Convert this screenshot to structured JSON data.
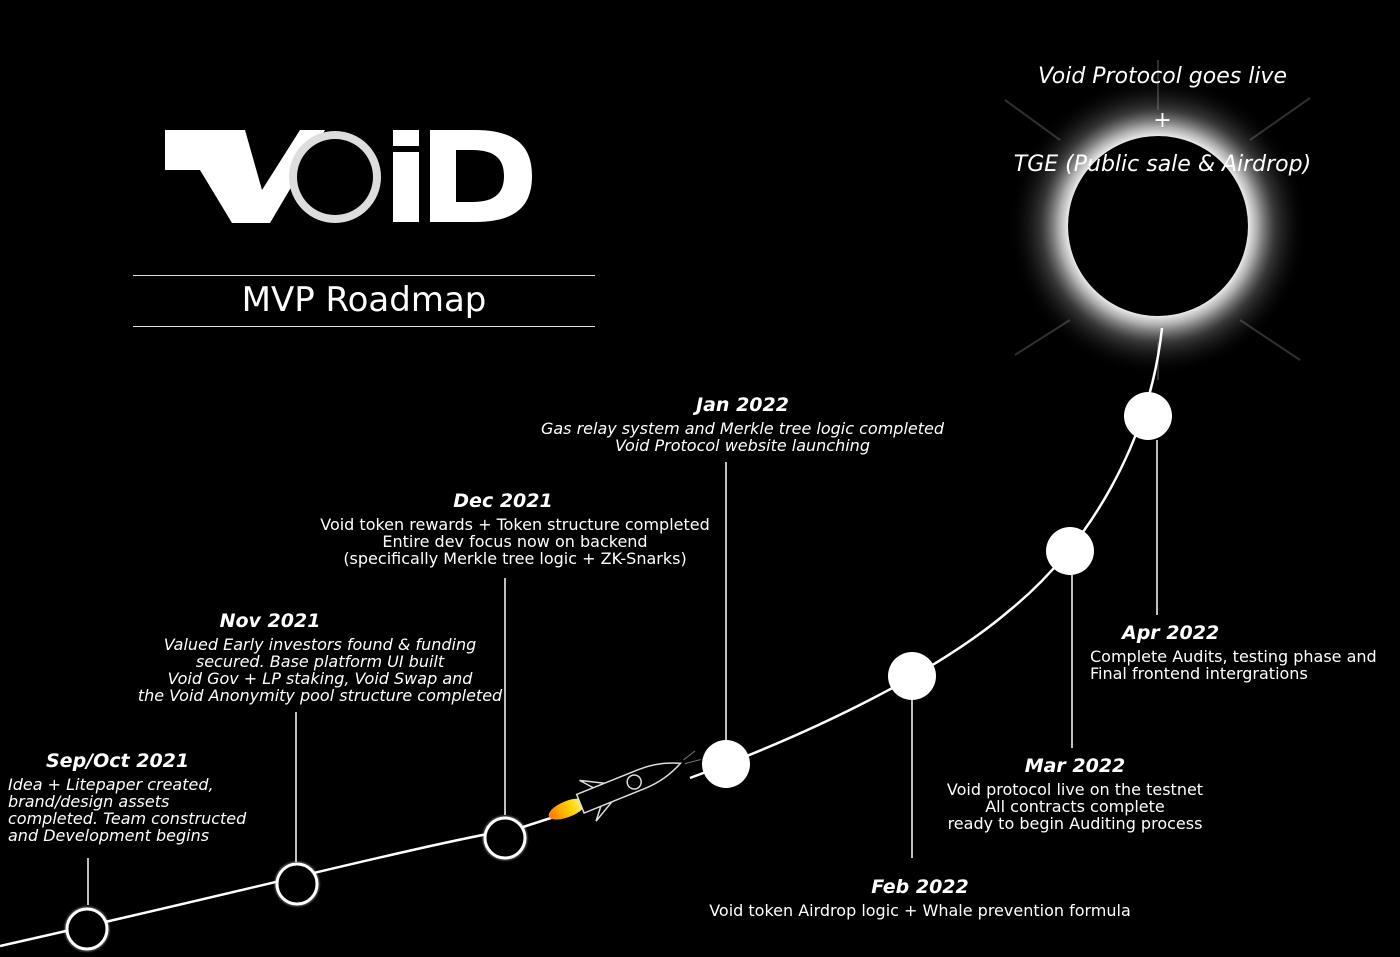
{
  "brand": {
    "logo_text": "VOID"
  },
  "subtitle": "MVP Roadmap",
  "goal": {
    "line1": "Void Protocol goes live",
    "line2": "+",
    "line3": "TGE (Public sale & Airdrop)"
  },
  "milestones": [
    {
      "id": "sep2021",
      "title": "Sep/Oct 2021",
      "body": "Idea + Litepaper created,\nbrand/design assets\ncompleted. Team constructed\nand Development begins"
    },
    {
      "id": "nov2021",
      "title": "Nov 2021",
      "body": "Valued Early investors found & funding\nsecured. Base platform UI built\nVoid Gov + LP staking, Void Swap and\nthe Void Anonymity pool structure completed"
    },
    {
      "id": "dec2021",
      "title": "Dec 2021",
      "body": "Void token rewards + Token structure completed\nEntire dev focus now on backend\n(specifically Merkle tree logic + ZK-Snarks)"
    },
    {
      "id": "jan2022",
      "title": "Jan 2022",
      "body": "Gas relay system and Merkle tree logic completed\nVoid Protocol website launching"
    },
    {
      "id": "feb2022",
      "title": "Feb 2022",
      "body": "Void token Airdrop logic + Whale prevention formula"
    },
    {
      "id": "mar2022",
      "title": "Mar 2022",
      "body": "Void protocol live on the testnet\nAll contracts complete\nready to begin Auditing process"
    },
    {
      "id": "apr2022",
      "title": "Apr 2022",
      "body": "Complete Audits, testing phase and\nFinal frontend intergrations"
    }
  ]
}
